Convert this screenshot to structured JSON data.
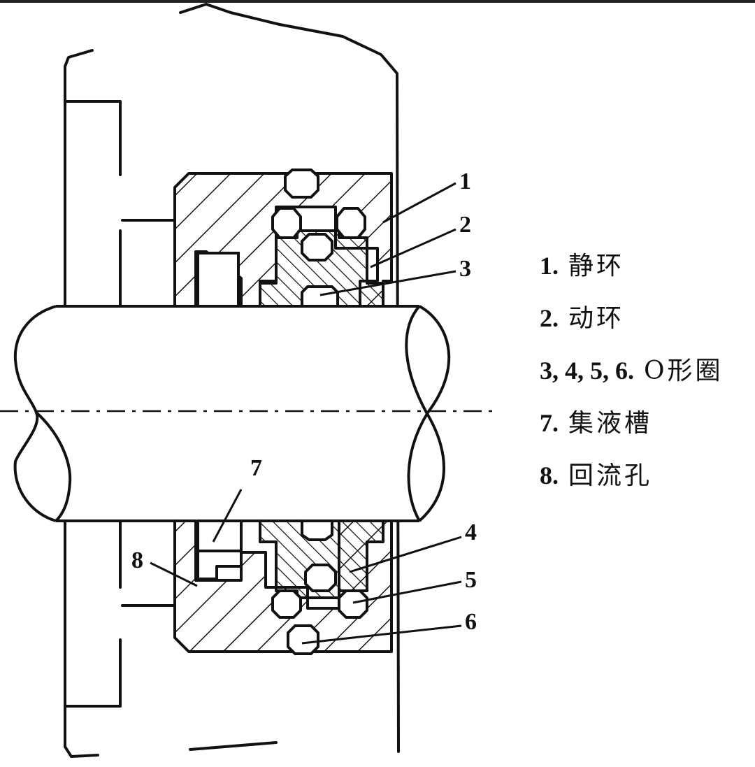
{
  "figure": {
    "callouts": [
      "1",
      "2",
      "3",
      "4",
      "5",
      "6",
      "7",
      "8"
    ],
    "legend": [
      {
        "num": "1.",
        "text": "静环"
      },
      {
        "num": "2.",
        "text": "动环"
      },
      {
        "num": "3, 4, 5, 6.",
        "text": "O形圈"
      },
      {
        "num": "7.",
        "text": "集液槽"
      },
      {
        "num": "8.",
        "text": "回流孔"
      }
    ],
    "colors": {
      "line": "#111111",
      "background": "#ffffff",
      "top_rule": "#222222"
    }
  }
}
